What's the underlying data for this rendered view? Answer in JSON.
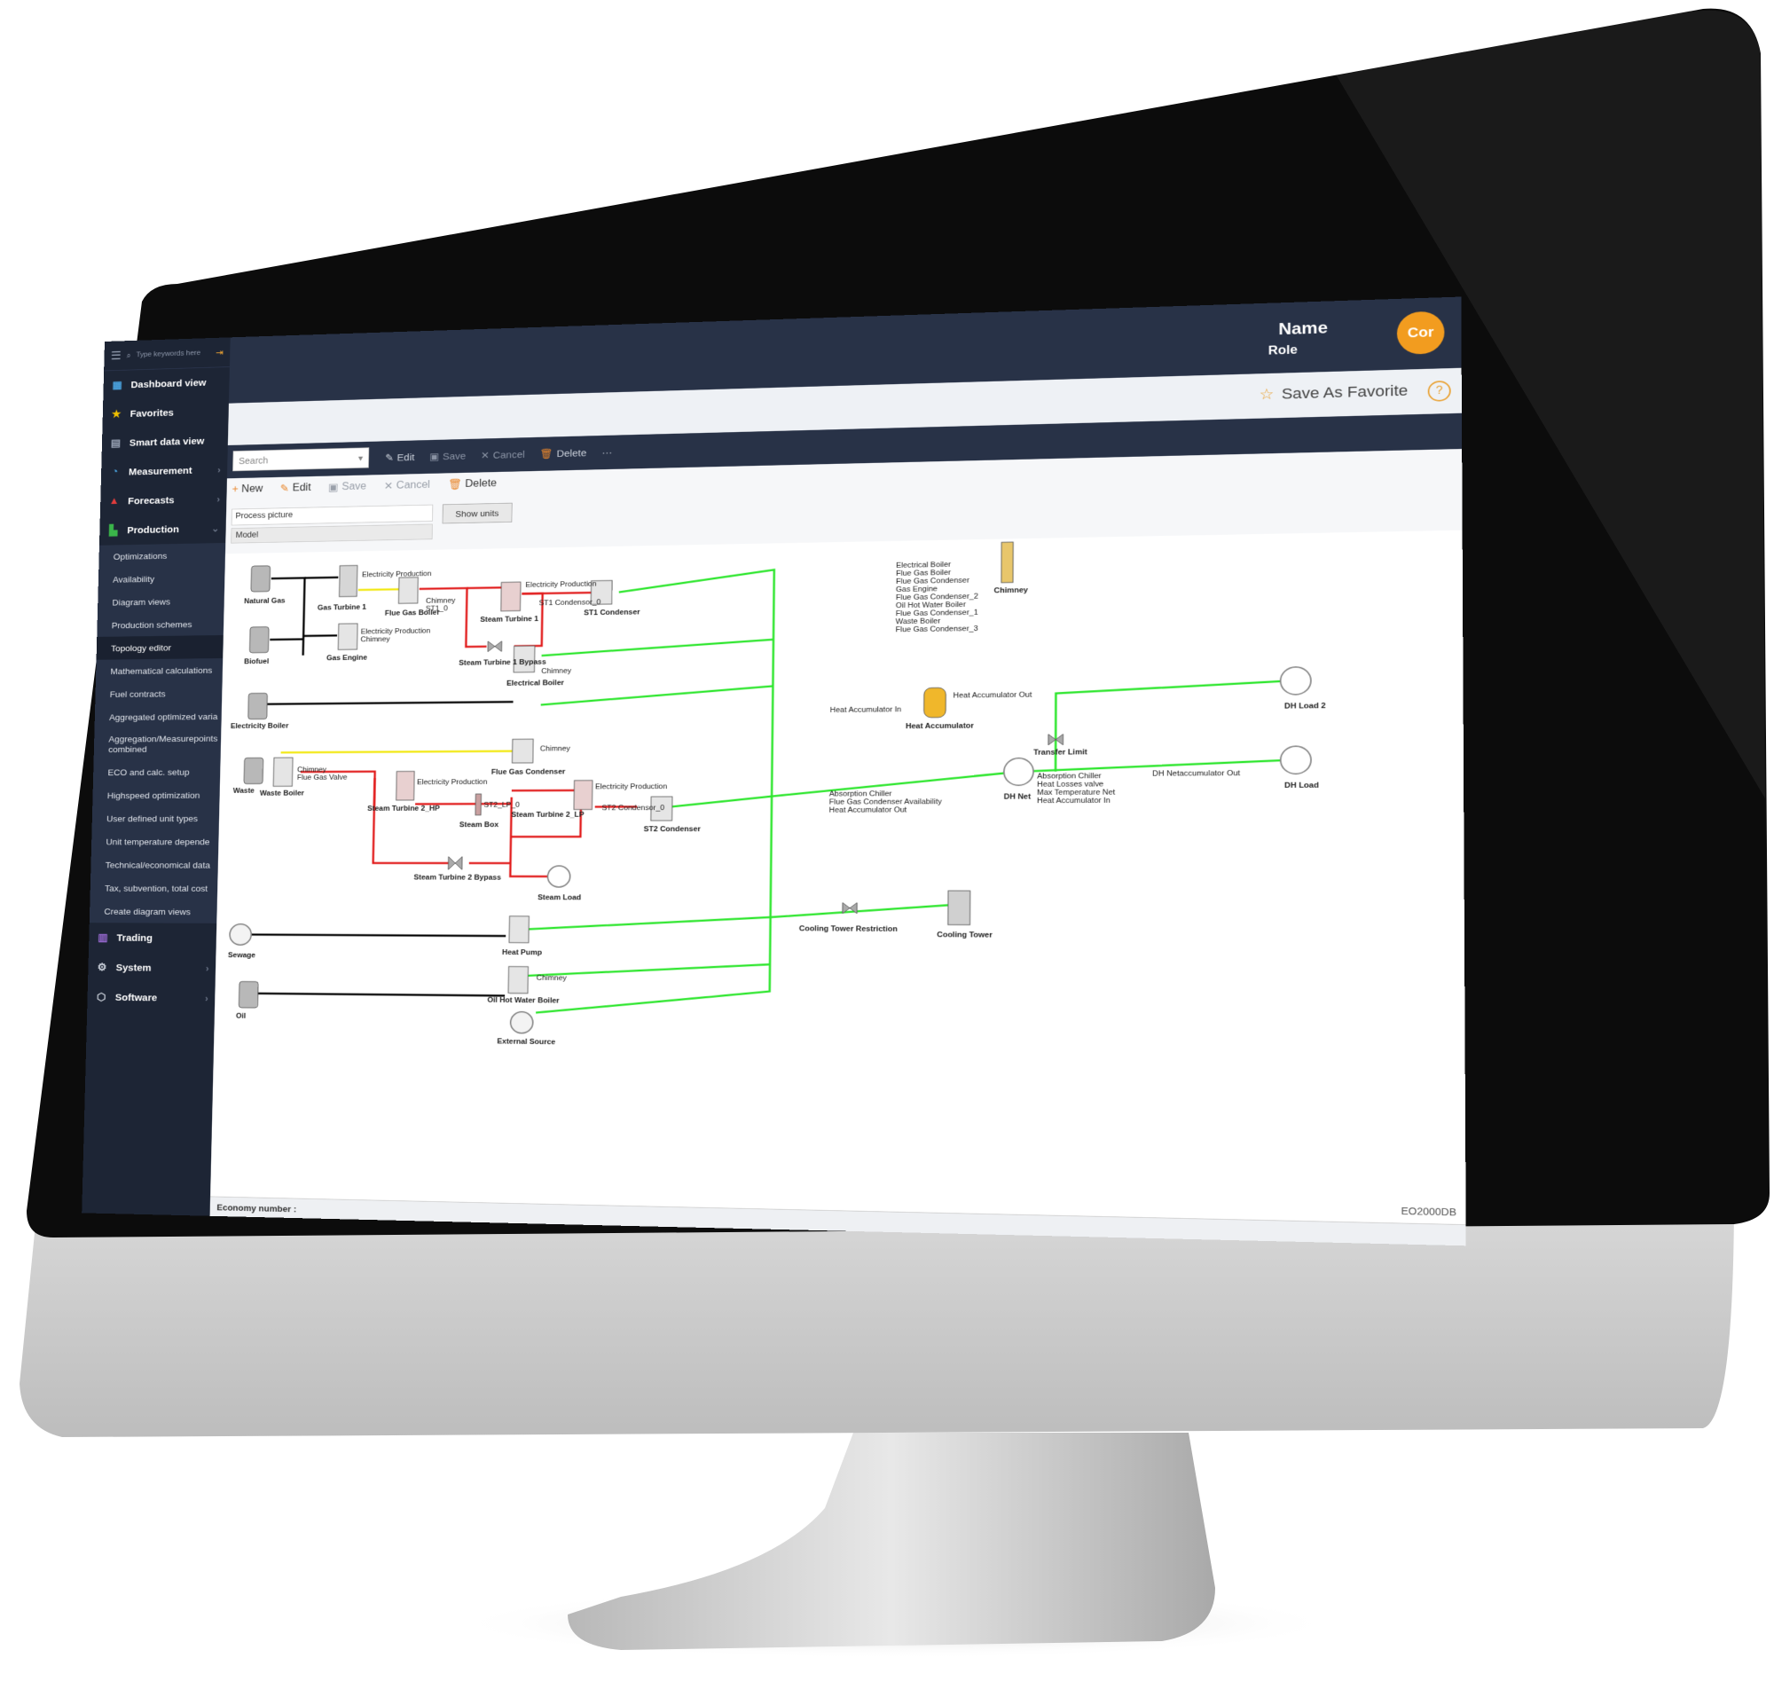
{
  "header": {
    "name": "Name",
    "role": "Role",
    "avatar_text": "Cor",
    "save_favorite": "Save As Favorite",
    "help": "?"
  },
  "sidebar": {
    "search_placeholder": "Type keywords here",
    "items": [
      {
        "label": "Dashboard view",
        "icon": "dashboard-icon"
      },
      {
        "label": "Favorites",
        "icon": "star-icon"
      },
      {
        "label": "Smart data view",
        "icon": "smart-data-icon"
      },
      {
        "label": "Measurement",
        "icon": "gauge-icon"
      },
      {
        "label": "Forecasts",
        "icon": "forecast-icon"
      },
      {
        "label": "Production",
        "icon": "factory-icon"
      }
    ],
    "production_sub": [
      "Optimizations",
      "Availability",
      "Diagram views",
      "Production schemes",
      "Topology editor",
      "Mathematical calculations",
      "Fuel contracts",
      "Aggregated optimized varia",
      "Aggregation/Measurepoints combined",
      "ECO and calc. setup",
      "Highspeed optimization",
      "User defined unit types",
      "Unit temperature depende",
      "Technical/economical data",
      "Tax, subvention, total cost",
      "Create diagram views"
    ],
    "bottom_items": [
      {
        "label": "Trading",
        "icon": "trading-icon"
      },
      {
        "label": "System",
        "icon": "gear-icon"
      },
      {
        "label": "Software",
        "icon": "box-icon"
      }
    ]
  },
  "toolbar": {
    "search_placeholder": "Search",
    "edit_top": "Edit",
    "save_top": "Save",
    "cancel_top": "Cancel",
    "delete_top": "Delete",
    "more": "···",
    "new": "New",
    "edit": "Edit",
    "save": "Save",
    "cancel": "Cancel",
    "delete": "Delete",
    "process_picture": "Process picture",
    "model": "Model",
    "show_units": "Show units"
  },
  "diagram": {
    "nodes": {
      "natural_gas": "Natural Gas",
      "gas_turbine_1": "Gas Turbine 1",
      "flue_gas_boiler": "Flue Gas Boiler",
      "steam_turbine_1": "Steam Turbine 1",
      "st1_condenser": "ST1 Condenser",
      "steam_turbine_1_bypass": "Steam Turbine 1 Bypass",
      "biofuel": "Biofuel",
      "gas_engine": "Gas Engine",
      "electrical_boiler": "Electrical Boiler",
      "electricity_boiler": "Electricity Boiler",
      "flue_gas_condenser": "Flue Gas Condenser",
      "waste": "Waste",
      "waste_boiler": "Waste Boiler",
      "steam_turbine_2_hp": "Steam Turbine 2_HP",
      "steam_box": "Steam Box",
      "steam_turbine_2_lp": "Steam Turbine 2_LP",
      "st2_condenser": "ST2 Condenser",
      "steam_turbine_2_bypass": "Steam Turbine 2 Bypass",
      "steam_load": "Steam Load",
      "sewage": "Sewage",
      "heat_pump": "Heat Pump",
      "oil": "Oil",
      "oil_hot_water_boiler": "Oil Hot Water Boiler",
      "external_source": "External Source",
      "heat_accumulator": "Heat Accumulator",
      "transfer_limit": "Transfer Limit",
      "dh_load_2": "DH Load 2",
      "dh_load": "DH Load",
      "dh_net": "DH Net",
      "cooling_tower_restriction": "Cooling Tower Restriction",
      "cooling_tower": "Cooling Tower",
      "chimney": "Chimney"
    },
    "labels": {
      "electricity_production_gt1": "Electricity Production",
      "chimney_st1": "Chimney",
      "st1_0": "ST1_0",
      "electricity_production_st1": "Electricity Production",
      "st1_condensor": "ST1 Condensor_0",
      "electricity_production_ge": "Electricity Production",
      "chimney_ge": "Chimney",
      "chimney_eb": "Chimney",
      "chimney_fgc": "Chimney",
      "chimney_wb": "Chimney",
      "flue_gas_valve": "Flue Gas Valve",
      "electricity_production_hp": "Electricity Production",
      "st2_lp_0": "ST2_LP_0",
      "electricity_production_lp": "Electricity Production",
      "st2_condensor": "ST2 Condensor_0",
      "chimney_ohwb": "Chimney",
      "heat_accumulator_in": "Heat Accumulator In",
      "heat_accumulator_out": "Heat Accumulator Out",
      "dh_netaccumulator_out": "DH Netaccumulator Out"
    },
    "chimney_list": [
      "Electrical Boiler",
      "Flue Gas Boiler",
      "Flue Gas Condenser",
      "Gas Engine",
      "Flue Gas Condenser_2",
      "Oil Hot Water Boiler",
      "Flue Gas Condenser_1",
      "Waste Boiler",
      "Flue Gas Condenser_3"
    ],
    "dh_net_left": [
      "Absorption Chiller",
      "Flue Gas Condenser Availability",
      "Heat Accumulator Out"
    ],
    "dh_net_right": [
      "Absorption Chiller",
      "Heat Losses valve",
      "Max Temperature Net",
      "Heat Accumulator In"
    ],
    "line_colors": {
      "fuel": "#000000",
      "flue_gas": "#f2e80f",
      "steam": "#e11b1b",
      "district_heat": "#2ee62e"
    }
  },
  "status": {
    "economy_number": "Economy number :",
    "database": "EO2000DB"
  }
}
